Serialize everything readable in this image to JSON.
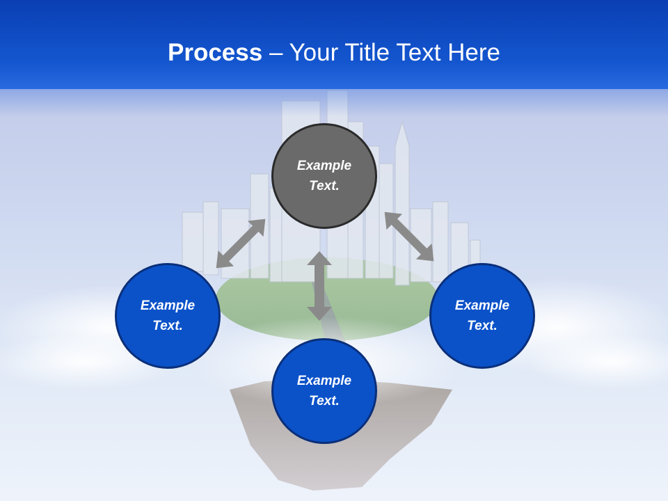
{
  "slide": {
    "title_bold": "Process",
    "title_rest": " – Your Title Text Here"
  },
  "nodes": [
    {
      "id": "top",
      "label": "Example\nText.",
      "color": "#6a6a6a"
    },
    {
      "id": "left",
      "label": "Example\nText.",
      "color": "#0b52c9"
    },
    {
      "id": "bottom",
      "label": "Example\nText.",
      "color": "#0b52c9"
    },
    {
      "id": "right",
      "label": "Example\nText.",
      "color": "#0b52c9"
    }
  ],
  "connectors": {
    "color": "#8a8a8a",
    "type": "double-headed-arrow"
  },
  "background": {
    "header_color": "#1456cf",
    "sky_color": "#cfd9f0",
    "image": "floating-city-island"
  }
}
